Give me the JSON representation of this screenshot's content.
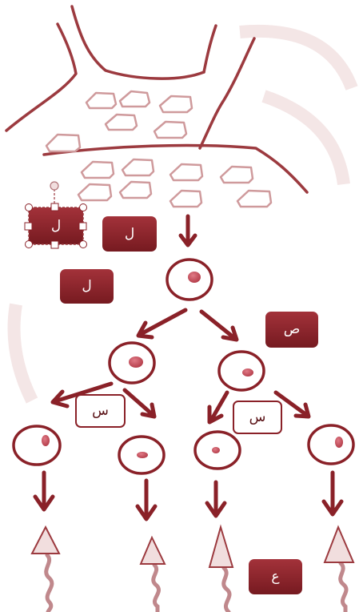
{
  "colors": {
    "primary": "#8a2128",
    "stroke": "#9c3a3f",
    "light_stroke": "#cf9a9c",
    "nucleus": "#c24a57",
    "triangle_fill": "#f1dede"
  },
  "labels": {
    "lam_selected": "ل",
    "lam_top": "ل",
    "lam_left": "ل",
    "sad": "ص",
    "sin_left": "س",
    "sin_right": "س",
    "ain": "ع"
  }
}
